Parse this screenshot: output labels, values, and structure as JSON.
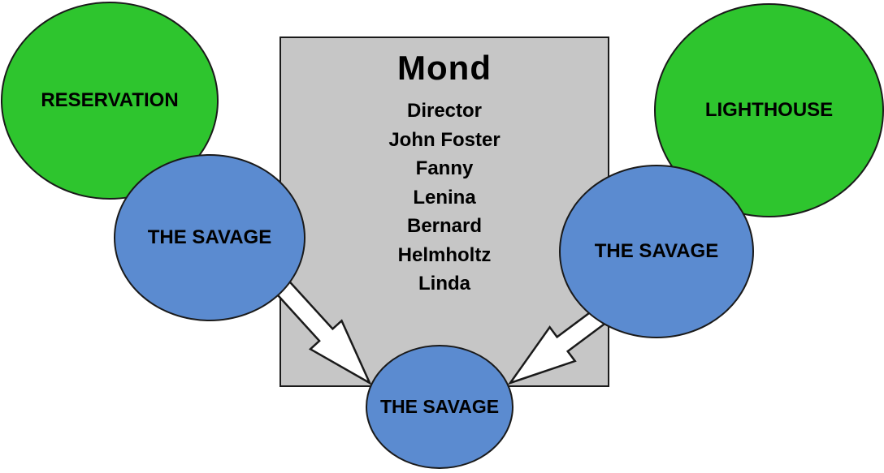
{
  "diagram": {
    "box": {
      "title": "Mond",
      "members": [
        "Director",
        "John Foster",
        "Fanny",
        "Lenina",
        "Bernard",
        "Helmholtz",
        "Linda"
      ]
    },
    "circles": {
      "reservation": {
        "label": "RESERVATION",
        "color": "green"
      },
      "lighthouse": {
        "label": "LIGHTHOUSE",
        "color": "green"
      },
      "savage_left": {
        "label": "THE SAVAGE",
        "color": "blue"
      },
      "savage_right": {
        "label": "THE SAVAGE",
        "color": "blue"
      },
      "savage_bottom": {
        "label": "THE SAVAGE",
        "color": "blue"
      }
    },
    "colors": {
      "green": "#2EC52E",
      "blue": "#5B8BD0",
      "box_gray": "#C6C6C6",
      "outline": "#1a1a1a",
      "arrow_fill": "#FFFFFF",
      "background": "#FFFFFF",
      "text": "#000000"
    }
  }
}
